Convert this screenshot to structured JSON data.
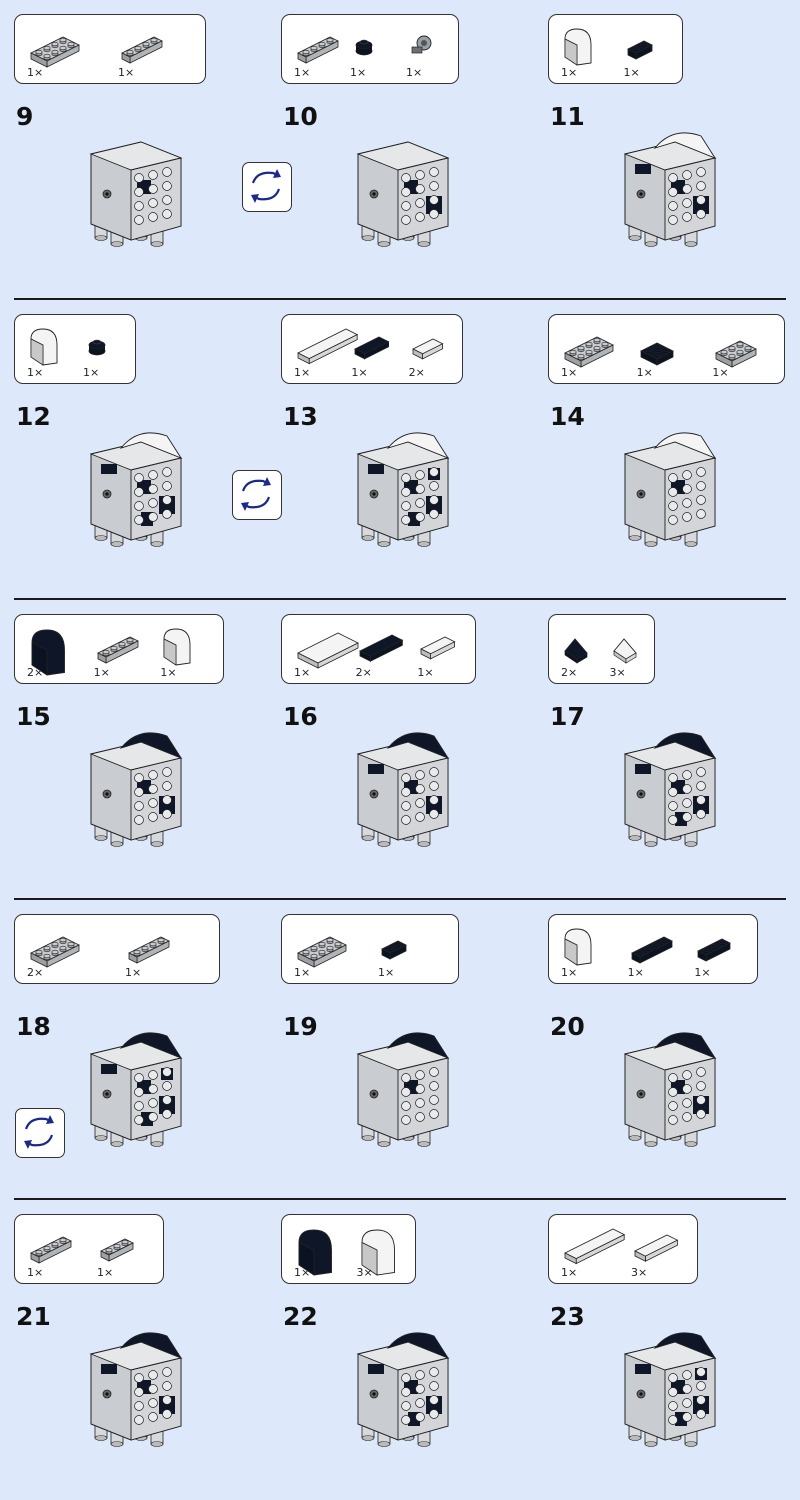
{
  "steps": [
    {
      "number": "9",
      "parts": [
        {
          "type": "plate-2x4",
          "color": "light-gray",
          "qty": "1×"
        },
        {
          "type": "plate-1x4",
          "color": "light-gray",
          "qty": "1×"
        }
      ]
    },
    {
      "number": "10",
      "parts": [
        {
          "type": "plate-1x4",
          "color": "light-gray",
          "qty": "1×"
        },
        {
          "type": "plate-1x1-round",
          "color": "black",
          "qty": "1×"
        },
        {
          "type": "clip-light",
          "color": "gray",
          "qty": "1×"
        }
      ]
    },
    {
      "number": "11",
      "parts": [
        {
          "type": "curved-slope",
          "color": "white",
          "qty": "1×"
        },
        {
          "type": "plate-1x2",
          "color": "black",
          "qty": "1×"
        }
      ]
    },
    {
      "number": "12",
      "parts": [
        {
          "type": "curved-slope",
          "color": "white",
          "qty": "1×"
        },
        {
          "type": "plate-1x1-round",
          "color": "black",
          "qty": "1×"
        }
      ]
    },
    {
      "number": "13",
      "parts": [
        {
          "type": "tile-1x4",
          "color": "white",
          "qty": "1×"
        },
        {
          "type": "tile-1x2",
          "color": "black",
          "qty": "1×"
        },
        {
          "type": "tile-1x1",
          "color": "white",
          "qty": "2×"
        }
      ]
    },
    {
      "number": "14",
      "parts": [
        {
          "type": "plate-2x4",
          "color": "light-gray",
          "qty": "1×"
        },
        {
          "type": "plate-2x2",
          "color": "black",
          "qty": "1×"
        },
        {
          "type": "plate-2x3",
          "color": "light-gray",
          "qty": "1×"
        }
      ]
    },
    {
      "number": "15",
      "parts": [
        {
          "type": "curved-slope-large",
          "color": "black",
          "qty": "2×"
        },
        {
          "type": "plate-1x4",
          "color": "light-gray",
          "qty": "1×"
        },
        {
          "type": "curved-slope",
          "color": "white",
          "qty": "1×"
        }
      ]
    },
    {
      "number": "16",
      "parts": [
        {
          "type": "tile-2x4",
          "color": "white",
          "qty": "1×"
        },
        {
          "type": "tile-1x3",
          "color": "black",
          "qty": "2×"
        },
        {
          "type": "tile-1x2",
          "color": "white",
          "qty": "1×"
        }
      ]
    },
    {
      "number": "17",
      "parts": [
        {
          "type": "slope-small",
          "color": "black",
          "qty": "2×"
        },
        {
          "type": "slope-small",
          "color": "white",
          "qty": "3×"
        }
      ]
    },
    {
      "number": "18",
      "parts": [
        {
          "type": "plate-2x4",
          "color": "light-gray",
          "qty": "2×"
        },
        {
          "type": "plate-1x4",
          "color": "light-gray",
          "qty": "1×"
        }
      ]
    },
    {
      "number": "19",
      "parts": [
        {
          "type": "plate-2x4",
          "color": "light-gray",
          "qty": "1×"
        },
        {
          "type": "plate-1x2",
          "color": "black",
          "qty": "1×"
        }
      ]
    },
    {
      "number": "20",
      "parts": [
        {
          "type": "curved-slope",
          "color": "white",
          "qty": "1×"
        },
        {
          "type": "plate-1x4",
          "color": "black",
          "qty": "1×"
        },
        {
          "type": "plate-1x3",
          "color": "black",
          "qty": "1×"
        }
      ]
    },
    {
      "number": "21",
      "parts": [
        {
          "type": "plate-1x4",
          "color": "light-gray",
          "qty": "1×"
        },
        {
          "type": "plate-1x3",
          "color": "light-gray",
          "qty": "1×"
        }
      ]
    },
    {
      "number": "22",
      "parts": [
        {
          "type": "curved-slope-large",
          "color": "black",
          "qty": "1×"
        },
        {
          "type": "curved-slope-large",
          "color": "white",
          "qty": "3×"
        }
      ]
    },
    {
      "number": "23",
      "parts": [
        {
          "type": "tile-1x4",
          "color": "white",
          "qty": "1×"
        },
        {
          "type": "tile-1x3",
          "color": "white",
          "qty": "3×"
        }
      ]
    }
  ],
  "rotate_icon": "rotate-arrows-icon",
  "colors": {
    "page_bg": "#dde9fb",
    "black": "#0e1628",
    "white": "#f4f4f4",
    "gray": "#c9ccd0",
    "arrow": "#1b2a8a"
  }
}
